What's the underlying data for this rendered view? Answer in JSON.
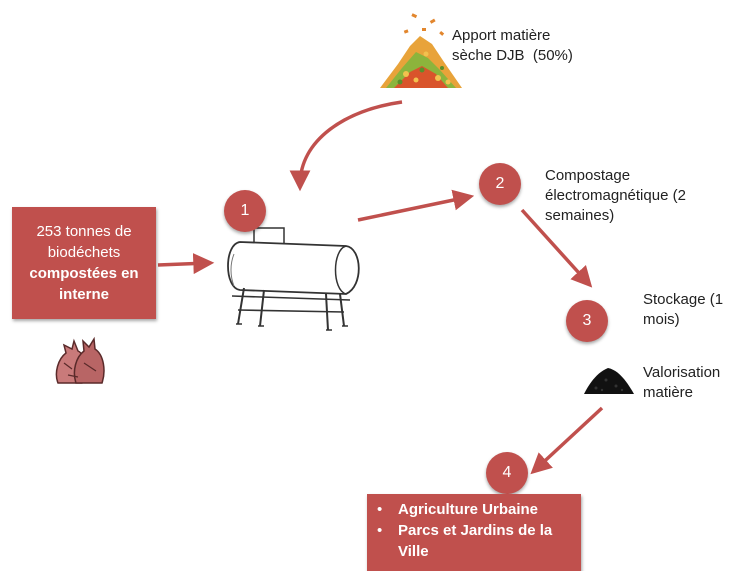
{
  "colors": {
    "accent_red": "#c0504d",
    "arrow_red": "#c0504d",
    "text": "#222222"
  },
  "icons": {
    "leaves": "dry-leaves-pile-icon",
    "tank": "composter-tank-icon",
    "waste_bags": "waste-bags-icon",
    "compost": "compost-pile-icon"
  },
  "input_box": {
    "line1": "253 tonnes de",
    "line2": "biodéchets",
    "line3": "compostées en",
    "line4": "interne"
  },
  "dry_matter": {
    "line1": "Apport matière",
    "line2": "sèche DJB  (50%)"
  },
  "steps": [
    {
      "number": "1"
    },
    {
      "number": "2",
      "label_lines": [
        "Compostage",
        "électromagnétique (2",
        "semaines)"
      ]
    },
    {
      "number": "3",
      "label_lines": [
        "Stockage (1",
        "mois)"
      ]
    },
    {
      "number": "4"
    }
  ],
  "valorisation": {
    "line1": "Valorisation",
    "line2": "matière"
  },
  "outputs": {
    "item1": "Agriculture Urbaine",
    "item2_line1": "Parcs et Jardins de la",
    "item2_line2": "Ville"
  }
}
